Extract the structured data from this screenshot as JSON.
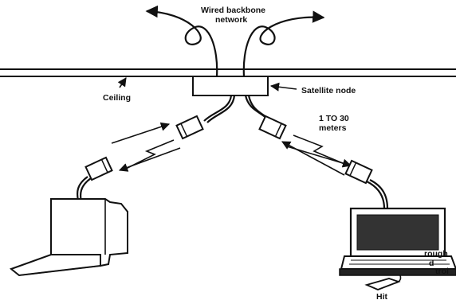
{
  "labels": {
    "wired_backbone_line1": "Wired backbone",
    "wired_backbone_line2": "network",
    "ceiling": "Ceiling",
    "satellite_node": "Satellite node",
    "distance_line1": "1 TO 30",
    "distance_line2": "meters",
    "laptop_fragment1": "rough",
    "laptop_fragment2": "d",
    "laptop_fragment3": "trol",
    "mouse_fragment": "Hit"
  }
}
